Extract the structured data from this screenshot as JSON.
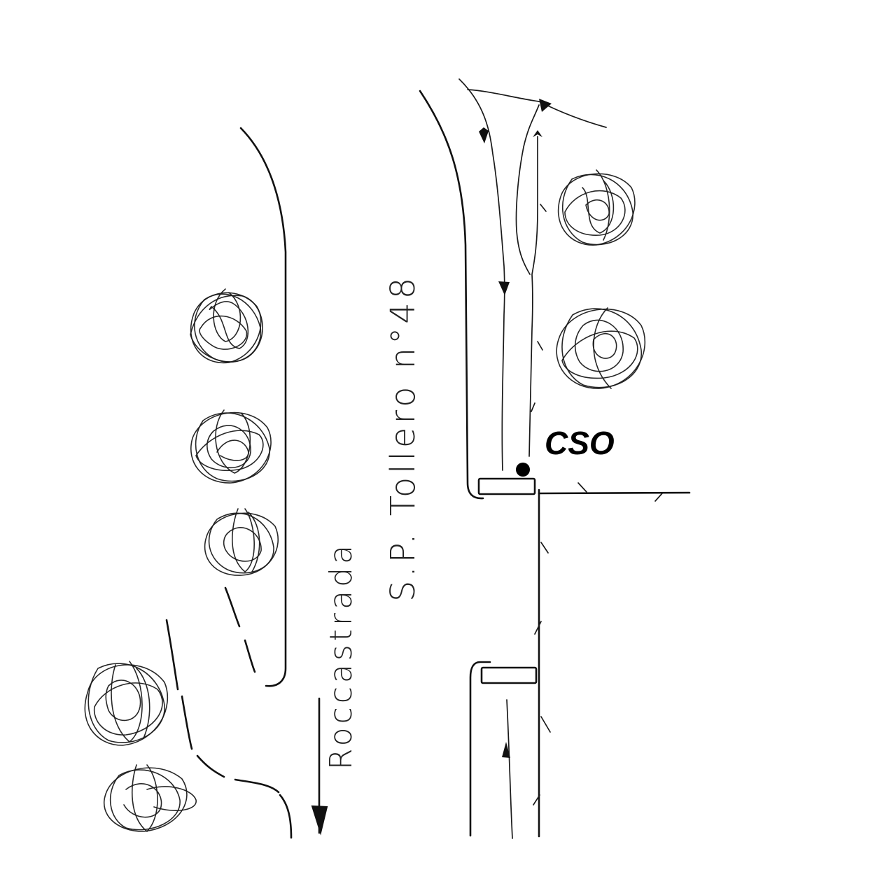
{
  "labels": {
    "road_name": "S.P. Tollero n°48",
    "direction": "Roccastrada",
    "point": "CSO"
  },
  "icons": [
    "tree-icon",
    "arrow-up-icon",
    "arrow-down-icon",
    "point-marker-icon"
  ],
  "colors": {
    "ink": "#111111",
    "paper": "#ffffff"
  }
}
